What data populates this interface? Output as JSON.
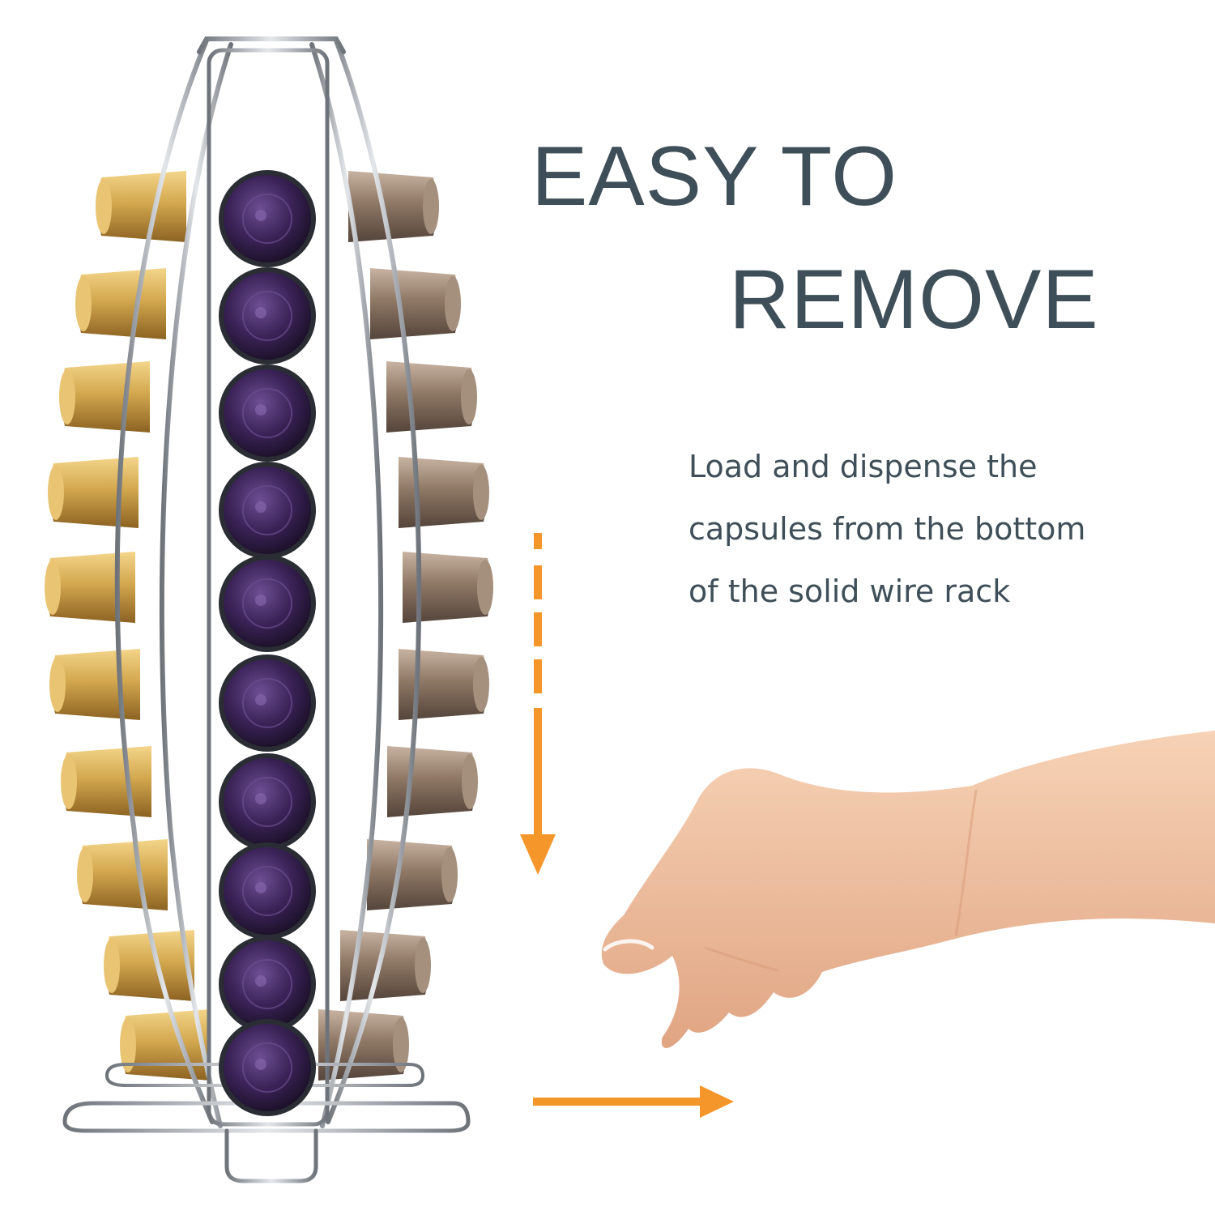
{
  "headline": {
    "line1": "EASY TO",
    "line2": "REMOVE"
  },
  "description": {
    "lines": [
      "Load and dispense the",
      "capsules from the bottom",
      "of the solid wire rack"
    ]
  },
  "colors": {
    "text": "#3f4f59",
    "arrow": "#f5962a",
    "capsule_gold": "#c9a04a",
    "capsule_bronze": "#8b7563",
    "capsule_purple": "#3b2358",
    "wire_chrome": "#8f939a",
    "skin": "#f2c1a0"
  },
  "icons": {
    "down_arrow": "dashed-down-arrow-icon",
    "right_arrow": "right-arrow-icon"
  }
}
